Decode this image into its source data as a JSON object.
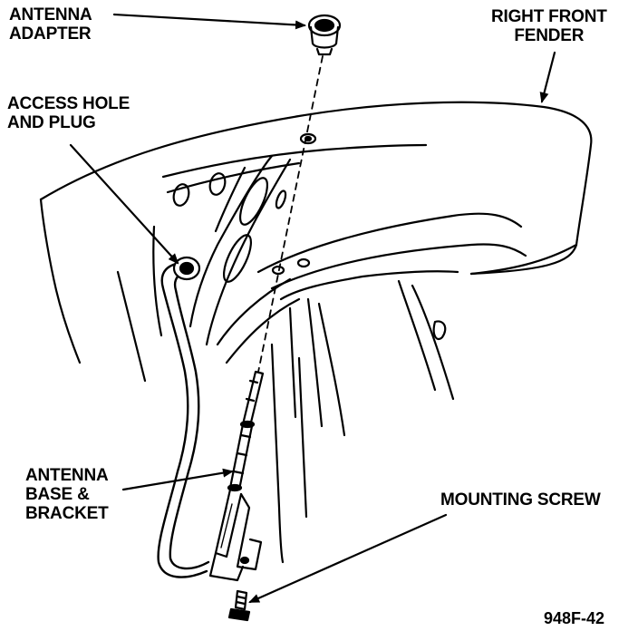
{
  "labels": {
    "antenna_adapter": [
      "ANTENNA",
      "ADAPTER"
    ],
    "right_front_fender": [
      "RIGHT FRONT",
      "FENDER"
    ],
    "access_hole_plug": [
      "ACCESS HOLE",
      "AND PLUG"
    ],
    "antenna_base_bracket": [
      "ANTENNA",
      "BASE &",
      "BRACKET"
    ],
    "mounting_screw": "MOUNTING SCREW"
  },
  "figure_id": "948F-42",
  "colors": {
    "ink": "#000000",
    "paper": "#ffffff"
  }
}
